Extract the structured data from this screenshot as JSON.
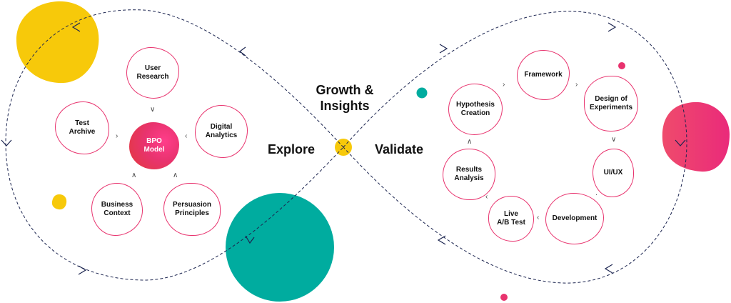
{
  "colors": {
    "yellow": "#f7c90a",
    "teal": "#00ac9f",
    "pink": "#e8336e",
    "loop": "#1c2550"
  },
  "labels": {
    "center": "Growth &\nInsights",
    "explore": "Explore",
    "validate": "Validate"
  },
  "explore_nodes": [
    {
      "id": "user-research",
      "text": "User\nResearch"
    },
    {
      "id": "test-archive",
      "text": "Test\nArchive"
    },
    {
      "id": "bpo-model",
      "text": "BPO\nModel"
    },
    {
      "id": "digital-analytics",
      "text": "Digital\nAnalytics"
    },
    {
      "id": "business-context",
      "text": "Business\nContext"
    },
    {
      "id": "persuasion-principles",
      "text": "Persuasion\nPrinciples"
    }
  ],
  "validate_nodes": [
    {
      "id": "framework",
      "text": "Framework"
    },
    {
      "id": "hypothesis-creation",
      "text": "Hypothesis\nCreation"
    },
    {
      "id": "design-of-experiments",
      "text": "Design of\nExperiments"
    },
    {
      "id": "results-analysis",
      "text": "Results\nAnalysis"
    },
    {
      "id": "ui-ux",
      "text": "UI/UX"
    },
    {
      "id": "live-ab-test",
      "text": "Live\nA/B Test"
    },
    {
      "id": "development",
      "text": "Development"
    }
  ]
}
